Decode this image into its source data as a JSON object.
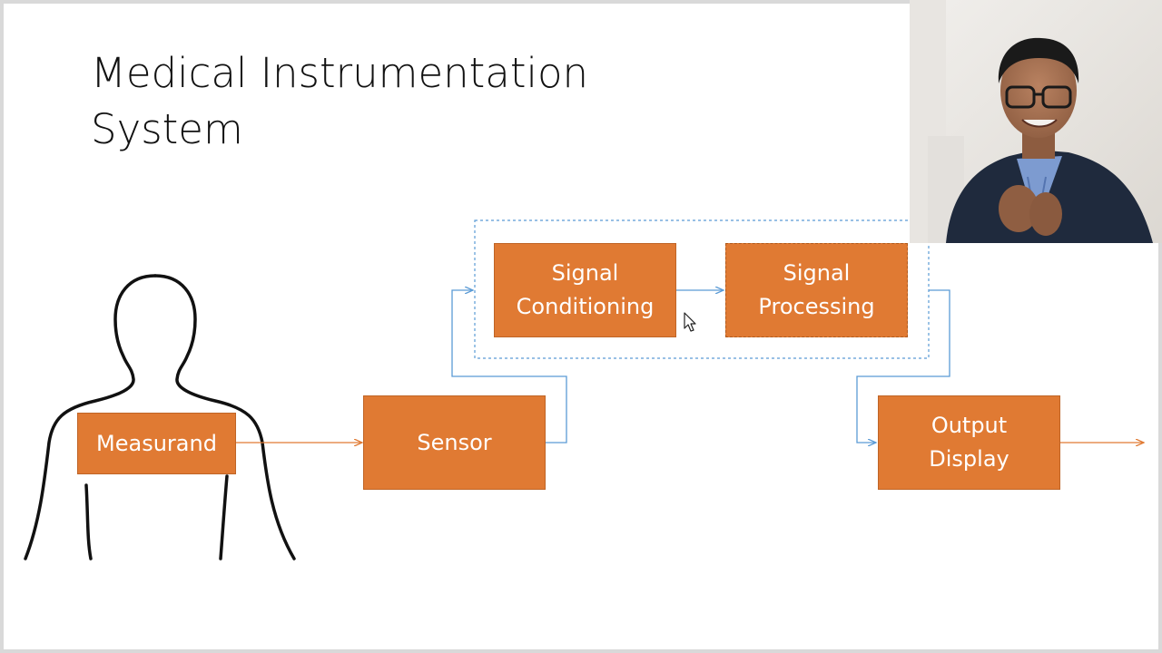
{
  "slide": {
    "title_line1": "Medical Instrumentation",
    "title_line2": "System"
  },
  "blocks": {
    "measurand": "Measurand",
    "sensor": "Sensor",
    "conditioning_line1": "Signal",
    "conditioning_line2": "Conditioning",
    "processing_line1": "Signal",
    "processing_line2": "Processing",
    "output_line1": "Output",
    "output_line2": "Display"
  },
  "colors": {
    "block_fill": "#e07a33",
    "flow_arrow": "#e07a33",
    "connector": "#5b9bd5",
    "group_border": "#5b9bd5"
  },
  "icons": {
    "figure": "human-outline-icon",
    "cursor": "mouse-pointer-icon"
  }
}
